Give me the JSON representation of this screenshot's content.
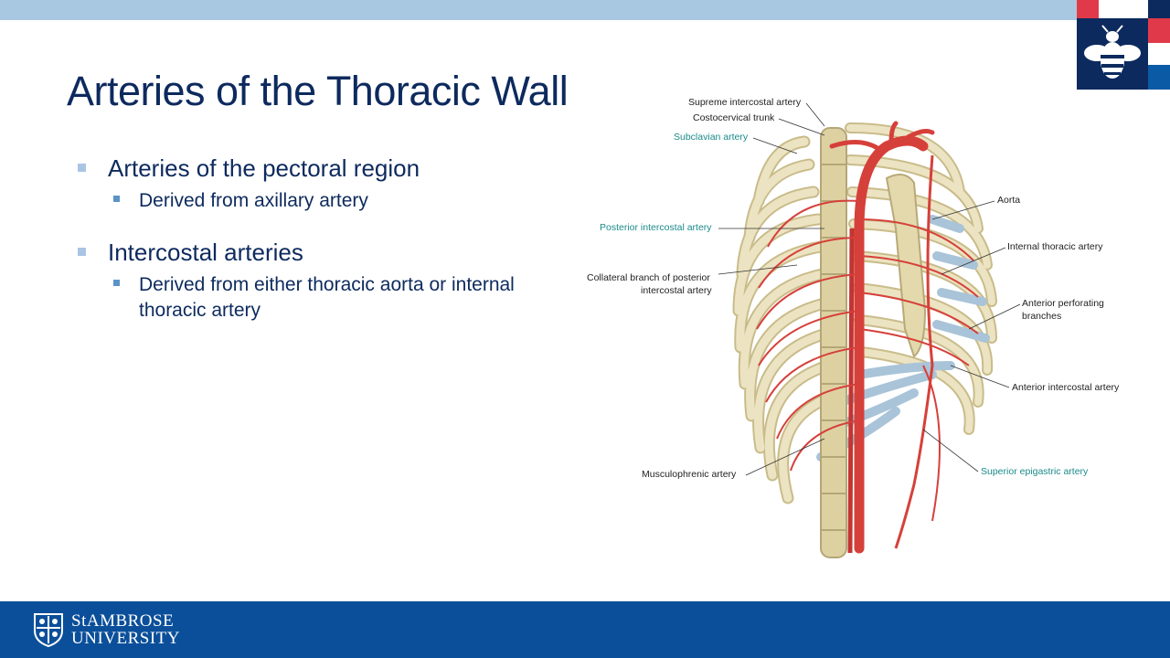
{
  "slide": {
    "title": "Arteries of the Thoracic Wall",
    "bullets": [
      {
        "text": "Arteries of the pectoral region",
        "sub": "Derived from axillary artery"
      },
      {
        "text": "Intercostal arteries",
        "sub": "Derived from either thoracic aorta or internal thoracic artery"
      }
    ]
  },
  "figure": {
    "labels": {
      "supreme": "Supreme intercostal artery",
      "costocervical": "Costocervical trunk",
      "subclavian": "Subclavian artery",
      "posterior_intercostal": "Posterior intercostal artery",
      "collateral_1": "Collateral branch of posterior",
      "collateral_2": "intercostal artery",
      "musculophrenic": "Musculophrenic artery",
      "aorta": "Aorta",
      "internal_thoracic": "Internal thoracic artery",
      "anterior_perforating_1": "Anterior perforating",
      "anterior_perforating_2": "branches",
      "anterior_intercostal": "Anterior intercostal artery",
      "superior_epigastric": "Superior epigastric artery"
    }
  },
  "footer": {
    "university_line1": "StAMBROSE",
    "university_line2": "UNIVERSITY"
  },
  "colors": {
    "title": "#0d2a5e",
    "footer_bg": "#0b4f9a",
    "top_band": "#a8c8e2",
    "logo_bg": "#0d2a5e",
    "logo_red": "#e03a4a",
    "artery": "#d6403a",
    "bone": "#e9dfb8",
    "cartilage": "#a9c4d8"
  },
  "icons": {
    "corner_logo": "bee-icon",
    "footer_logo": "crest-icon"
  }
}
